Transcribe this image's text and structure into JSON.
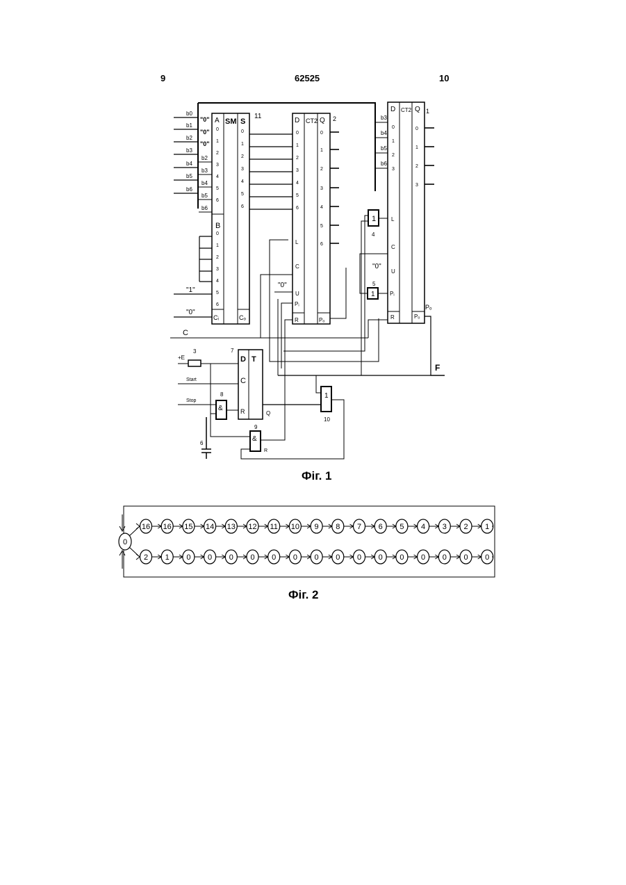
{
  "header": {
    "left_page": "9",
    "patent_number": "62525",
    "right_page": "10"
  },
  "fig1": {
    "caption": "Фіг. 1",
    "inputs_b": [
      "b0",
      "b1",
      "b2",
      "b3",
      "b4",
      "b5",
      "b6"
    ],
    "quoted_zero": "\"0\"",
    "quoted_one": "\"1\"",
    "adder": {
      "A": "A",
      "SM": "SM",
      "S": "S",
      "B": "B",
      "Ci": "Cᵢ",
      "Co": "Cₒ",
      "num": "11",
      "A_pins": [
        "0",
        "1",
        "2",
        "3",
        "4",
        "5",
        "6"
      ],
      "S_pins": [
        "0",
        "1",
        "2",
        "3",
        "4",
        "5",
        "6"
      ],
      "B_pins": [
        "0",
        "1",
        "2",
        "3",
        "4",
        "5",
        "6"
      ]
    },
    "counter2": {
      "D": "D",
      "CT2": "CT2",
      "Q": "Q",
      "num": "2",
      "D_pins": [
        "0",
        "1",
        "2",
        "3",
        "4",
        "5",
        "6"
      ],
      "Q_pins": [
        "0",
        "1",
        "2",
        "3",
        "4",
        "5",
        "6"
      ],
      "L": "L",
      "C": "C",
      "U": "U",
      "Pi": "Pᵢ",
      "R": "R",
      "Po": "Pₒ"
    },
    "counter1": {
      "D": "D",
      "CT2": "CT2",
      "Q": "Q",
      "num": "1",
      "D_pins": [
        "0",
        "1",
        "2",
        "3"
      ],
      "Q_pins": [
        "0",
        "1",
        "2",
        "3"
      ],
      "L": "L",
      "C": "C",
      "U": "U",
      "Pi": "Pᵢ",
      "R": "R",
      "Po": "Pₒ",
      "Pout": "Pₒ"
    },
    "inputs_b_right": [
      "b3",
      "b4",
      "b5",
      "b6"
    ],
    "gate4": {
      "sym": "1",
      "num": "4"
    },
    "gate5": {
      "sym": "1",
      "num": "5"
    },
    "resistor": {
      "label": "+E",
      "num": "3"
    },
    "trigger": {
      "D": "D",
      "T": "T",
      "C": "C",
      "R": "R",
      "num": "7",
      "Q": "Q"
    },
    "gate8": {
      "sym": "&",
      "num": "8"
    },
    "gate9": {
      "sym": "&",
      "num": "9",
      "out": "R"
    },
    "gate10": {
      "sym": "1",
      "num": "10"
    },
    "capacitor": {
      "num": "6"
    },
    "start_label": "Start",
    "stop_label": "Stop",
    "clock_label": "C",
    "f_label": "F"
  },
  "fig2": {
    "caption": "Фіг. 2",
    "start_state": "0",
    "row1": [
      "16",
      "16",
      "15",
      "14",
      "13",
      "12",
      "11",
      "10",
      "9",
      "8",
      "7",
      "6",
      "5",
      "4",
      "3",
      "2",
      "1"
    ],
    "row2": [
      "2",
      "1",
      "0",
      "0",
      "0",
      "0",
      "0",
      "0",
      "0",
      "0",
      "0",
      "0",
      "0",
      "0",
      "0",
      "0",
      "0"
    ]
  }
}
